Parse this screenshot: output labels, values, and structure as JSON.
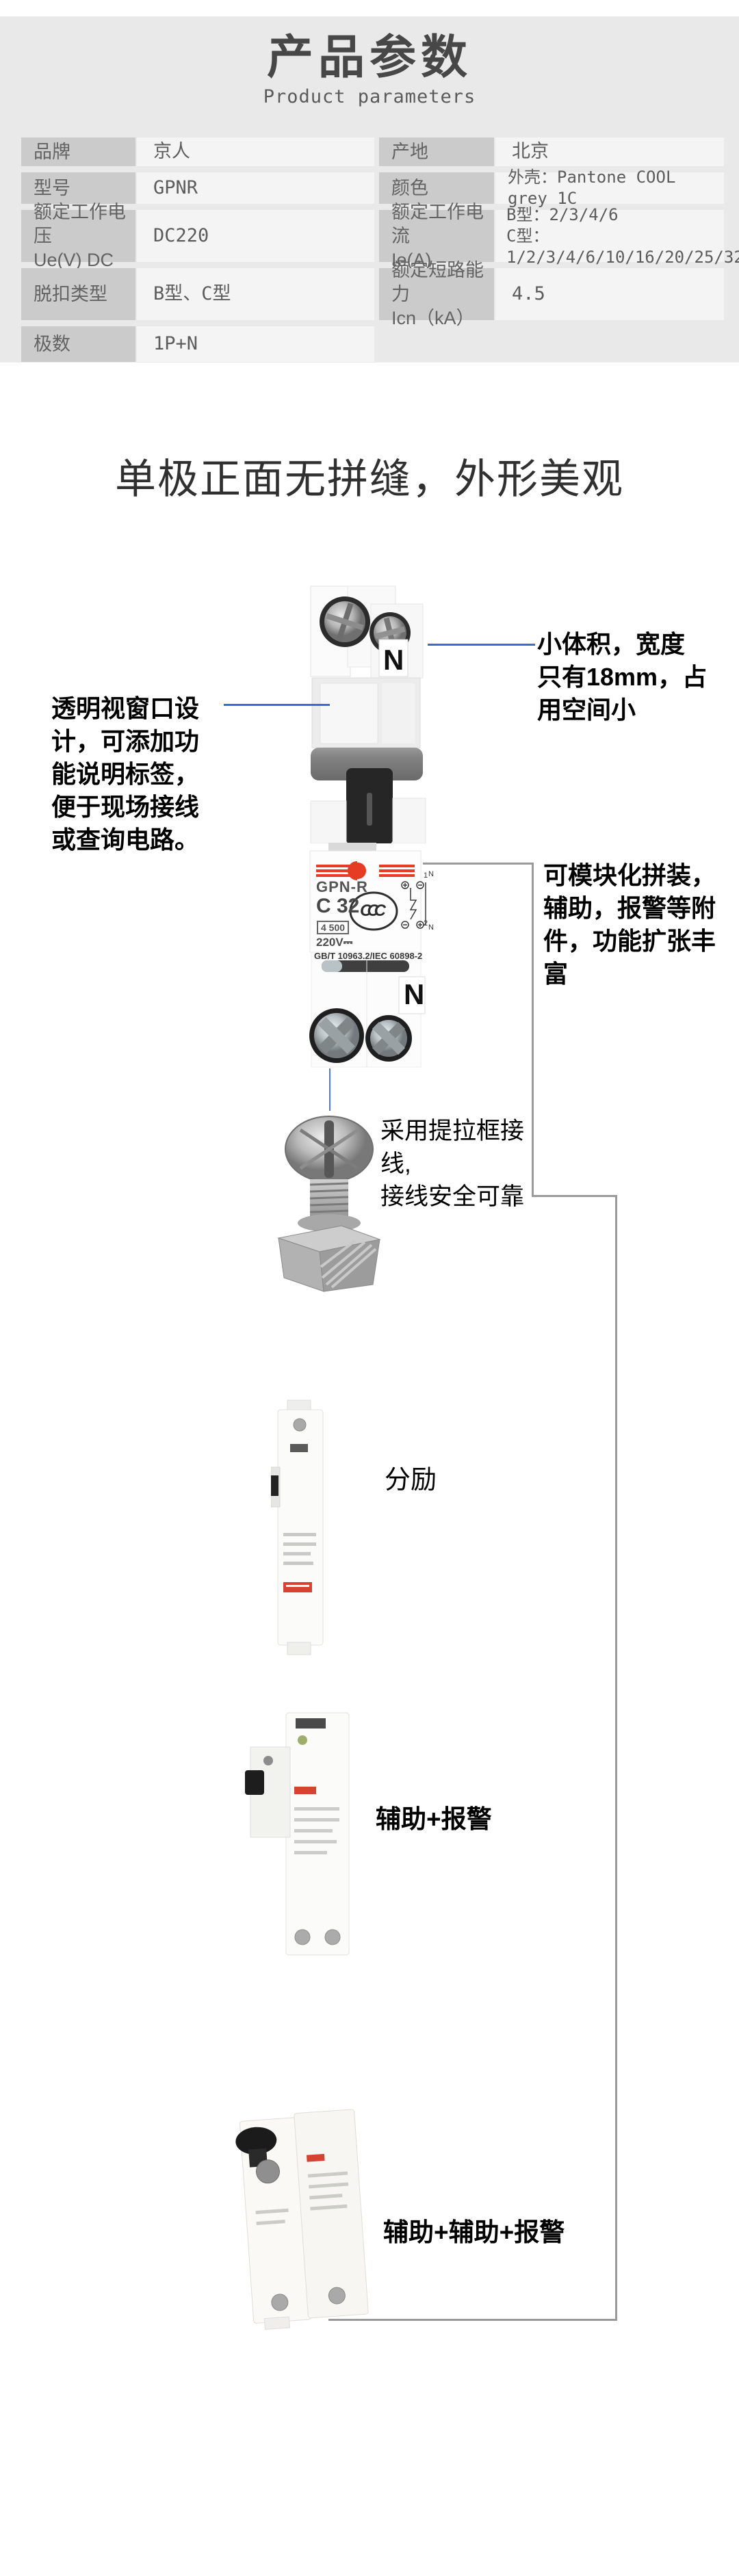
{
  "colors": {
    "band_gray": "#e9e9e9",
    "label_cell": "#cbcbcb",
    "value_cell": "#f4f4f4",
    "leader_blue": "#2f6fd6",
    "leader_gray": "#9a9a9a",
    "logo_red": "#e63c23"
  },
  "header": {
    "title": "产品参数",
    "subtitle": "Product parameters"
  },
  "spec_table": {
    "left": [
      {
        "label": "品牌",
        "value": "京人"
      },
      {
        "label": "型号",
        "value": "GPNR"
      },
      {
        "label": "额定工作电压\nUe(V) DC",
        "value": "DC220"
      },
      {
        "label": "脱扣类型",
        "value": "B型、C型"
      },
      {
        "label": "极数",
        "value": "1P+N"
      }
    ],
    "right": [
      {
        "label": "产地",
        "value": "北京"
      },
      {
        "label": "颜色",
        "value": "外壳：Pantone COOL grey 1C"
      },
      {
        "label": "额定工作电流\nIe(A)",
        "value": "B型：2/3/4/6\nC型：1/2/3/4/6/10/16/20/25/32"
      },
      {
        "label": "额定短路能力\nIcn（kA）",
        "value": "4.5"
      }
    ]
  },
  "headline": "单极正面无拼缝，外形美观",
  "callouts": {
    "compact": "小体积，宽度\n只有18mm，占\n用空间小",
    "window": "透明视窗口设\n计，可添加功\n能说明标签，\n便于现场接线\n或查询电路。",
    "modular": "可模块化拼装，\n辅助，报警等附\n件，功能扩张丰\n富",
    "terminal": "采用提拉框接线,\n接线安全可靠",
    "accessory1": "分励",
    "accessory2": "辅助+报警",
    "accessory3": "辅助+辅助+报警"
  },
  "product_markings": {
    "n_top": "N",
    "brand_model": "GPN-R",
    "rating": "C 32",
    "breaking_capacity": "4 500",
    "voltage": "220V⎓",
    "standard": "GB/T 10963.2/IEC 60898-2",
    "ccc": "CCC",
    "n_bottom": "N",
    "diagram_labels": [
      "1",
      "N",
      "2",
      "N"
    ]
  }
}
